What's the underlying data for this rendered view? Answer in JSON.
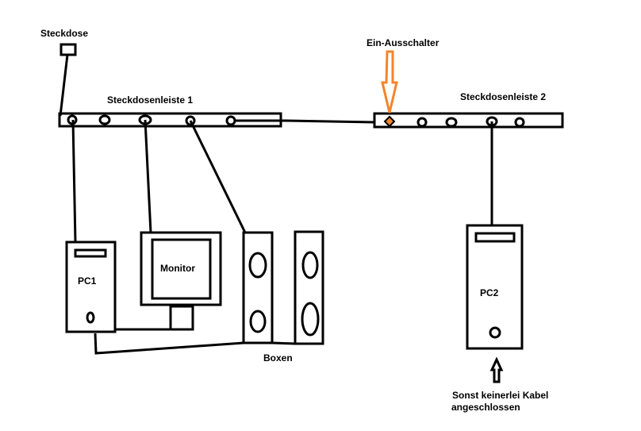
{
  "labels": {
    "steckdose": "Steckdose",
    "strip1": "Steckdosenleiste 1",
    "strip2": "Steckdosenleiste 2",
    "switch": "Ein-Ausschalter",
    "pc1": "PC1",
    "monitor": "Monitor",
    "boxen": "Boxen",
    "pc2": "PC2",
    "note_line1": "Sonst keinerlei Kabel",
    "note_line2": "angeschlossen"
  },
  "colors": {
    "line": "#000000",
    "switch_accent": "#f5842a",
    "background": "#ffffff"
  }
}
